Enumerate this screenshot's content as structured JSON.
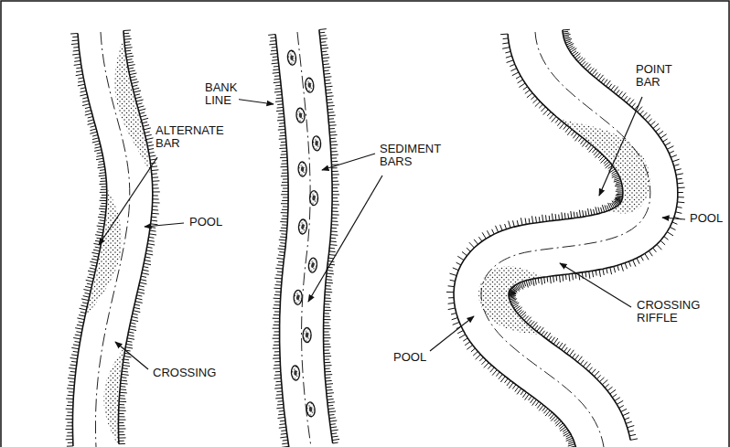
{
  "diagram": {
    "labels": [
      "BANK LINE",
      "ALTERNATE BAR",
      "POOL",
      "CROSSING",
      "SEDIMENT BARS",
      "POINT BAR",
      "POOL",
      "CROSSING RIFFLE",
      "POOL"
    ]
  }
}
